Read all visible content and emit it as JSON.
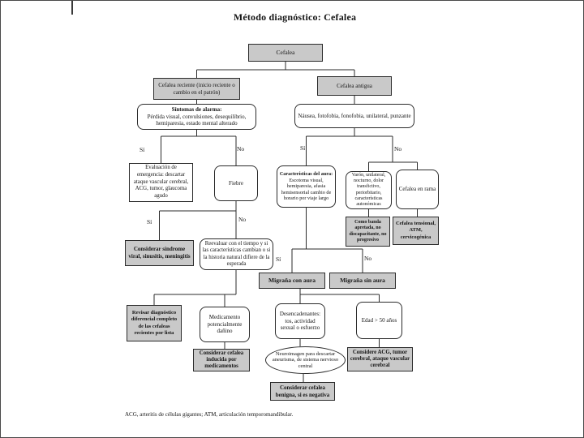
{
  "page": {
    "title": "Método diagnóstico: Cefalea",
    "footnote": "ACG, arteritis de células gigantes; ATM, articulación temporomandibular."
  },
  "colors": {
    "box_fill_gray": "#c9c9c9",
    "box_border": "#2b2b2b",
    "background": "#ffffff"
  },
  "labels": {
    "si": "Sí",
    "no": "No"
  },
  "nodes": {
    "cefalea": {
      "text": "Cefalea"
    },
    "reciente": {
      "text": "Cefalea reciente (inicio reciente o cambio en el patrón)"
    },
    "antigua": {
      "text": "Cefalea antigua"
    },
    "sintomas": {
      "header": "Síntomas de alarma:",
      "text": "Pérdida visual, convulsiones, desequilibrio, hemiparesia, estado mental alterado"
    },
    "nausea": {
      "text": "Náusea, fotofobia, fonofobia, unilateral, punzante"
    },
    "evaluacion": {
      "text": "Evaluación de emergencia: descartar ataque vascular cerebral, ACG, tumor, glaucoma agudo"
    },
    "fiebre": {
      "text": "Fiebre"
    },
    "aura": {
      "header": "Características del aura:",
      "text": "Escotoma visual, hemiparesia, afasia hemisensorial cambio de horario por viaje largo"
    },
    "varon": {
      "text": "Varón, unilateral, nocturno, dolor transfictivo, periorbitario, características autonómicas"
    },
    "rama": {
      "text": "Cefalea en rama"
    },
    "banda": {
      "text": "Como banda apretada, no discapacitante, no progresivo"
    },
    "tensional": {
      "text": "Cefalea tensional, ATM, cervicogénica"
    },
    "viral": {
      "text": "Considerar síndrome viral, sinusitis, meningitis"
    },
    "reevaluar": {
      "text": "Reevaluar con el tiempo y si las características cambian o si la historia natural difiere de la esperada"
    },
    "migrana_con": {
      "text": "Migraña con aura"
    },
    "migrana_sin": {
      "text": "Migraña sin aura"
    },
    "revisar": {
      "text": "Revisar diagnóstico diferencial completo de las cefaleas recientes por lista"
    },
    "medicamento": {
      "text": "Medicamento potencialmente dañino"
    },
    "desencadenantes": {
      "text": "Desencadenantes: tos, actividad sexual o esfuerzo"
    },
    "edad": {
      "text": "Edad > 50 años"
    },
    "inducida": {
      "text": "Considerar cefalea inducida por medicamentos"
    },
    "neuroimagen": {
      "text": "Neuroimagen para descartar aneurisma, de sistema nervioso central"
    },
    "acg": {
      "text": "Considere ACG, tumor cerebral, ataque vascular cerebral"
    },
    "benigna": {
      "text": "Considerar cefalea benigna, si es negativa"
    }
  }
}
